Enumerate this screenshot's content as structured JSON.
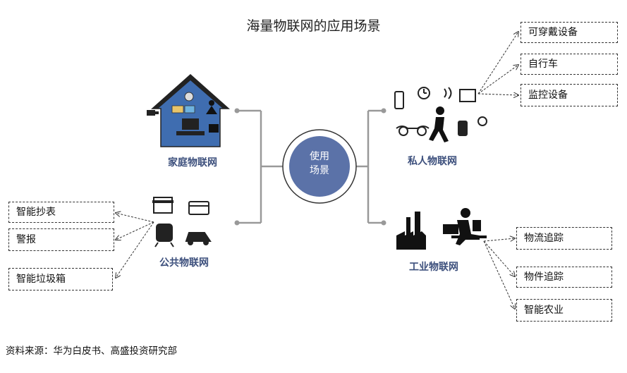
{
  "title": "海量物联网的应用场景",
  "center": {
    "line1": "使用",
    "line2": "场景"
  },
  "categories": {
    "home": "家庭物联网",
    "personal": "私人物联网",
    "public": "公共物联网",
    "industrial": "工业物联网"
  },
  "personal_items": [
    "可穿戴设备",
    "自行车",
    "监控设备"
  ],
  "public_items": [
    "智能抄表",
    "警报",
    "智能垃圾箱"
  ],
  "industrial_items": [
    "物流追踪",
    "物件追踪",
    "智能农业"
  ],
  "source": "资料来源：华为白皮书、高盛投资研究部",
  "colors": {
    "house": "#3f6db0",
    "circle": "#5b72a8",
    "category_text": "#3c4f7c",
    "line": "#999999"
  },
  "icons": {
    "home": [
      "camera-icon",
      "meter-icon",
      "card-icon",
      "person-icon",
      "tv-icon",
      "appliance-icon"
    ],
    "personal": [
      "phone-icon",
      "clock-icon",
      "signal-icon",
      "screen-icon",
      "glasses-icon",
      "walking-person-icon",
      "watch-icon",
      "band-icon"
    ],
    "public": [
      "shop-icon",
      "credit-card-icon",
      "train-icon",
      "car-icon"
    ],
    "industrial": [
      "factory-icon",
      "worker-at-computer-icon"
    ]
  }
}
